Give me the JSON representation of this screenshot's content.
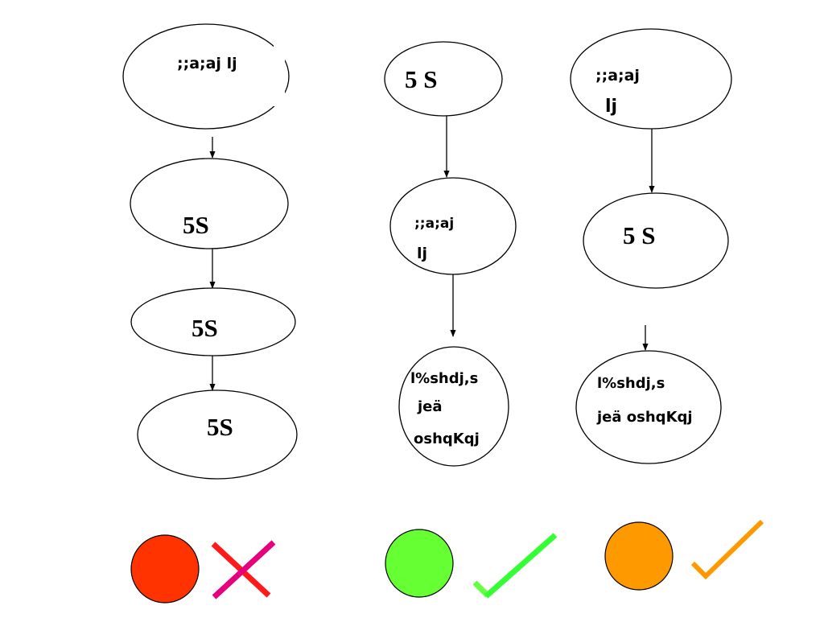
{
  "column1": {
    "node1": {
      "text": ";;a;aj    lj"
    },
    "node2": {
      "text": "5S"
    },
    "node3": {
      "text": "5S"
    },
    "node4": {
      "text": "5S"
    },
    "status": {
      "dot_color": "#ff3300",
      "mark": "cross-icon",
      "mark_color_a": "#ff1a1a",
      "mark_color_b": "#e6007e"
    }
  },
  "column2": {
    "node1": {
      "text": "5 S"
    },
    "node2": {
      "line1": ";;a;aj",
      "line2": "lj"
    },
    "node3": {
      "line1": "l%shdj,s",
      "line2": "jeä",
      "line3": "oshqKqj"
    },
    "status": {
      "dot_color": "#66ff33",
      "mark": "check-icon",
      "mark_color": "#33ff33",
      "mark_color_b": "#66ff44"
    }
  },
  "column3": {
    "node1": {
      "line1": ";;a;aj",
      "line2": "lj"
    },
    "node2": {
      "text": "5 S"
    },
    "node3": {
      "line1": "l%shdj,s",
      "line2": "jeä oshqKqj"
    },
    "status": {
      "dot_color": "#ff9900",
      "mark": "check-icon",
      "mark_color": "#ff9900"
    }
  }
}
